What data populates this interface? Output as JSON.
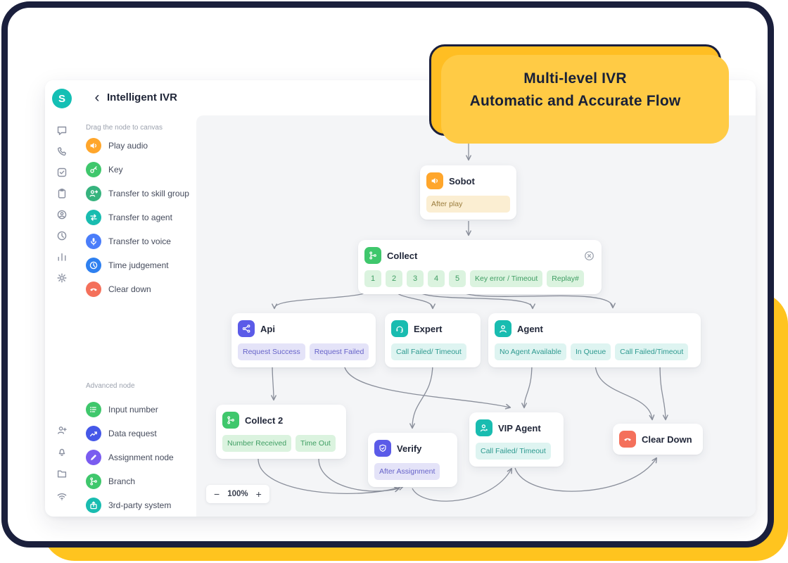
{
  "callout": {
    "line1": "Multi-level IVR",
    "line2": "Automatic and Accurate Flow"
  },
  "header": {
    "logo_letter": "S",
    "back_icon": "‹",
    "title": "Intelligent IVR"
  },
  "palette": {
    "drag_hint": "Drag the node to canvas",
    "items": [
      {
        "label": "Play audio"
      },
      {
        "label": "Key"
      },
      {
        "label": "Transfer to skill group"
      },
      {
        "label": "Transfer to agent"
      },
      {
        "label": "Transfer to voice"
      },
      {
        "label": "Time judgement"
      },
      {
        "label": "Clear down"
      }
    ],
    "advanced_hint": "Advanced node",
    "advanced_items": [
      {
        "label": "Input number"
      },
      {
        "label": "Data request"
      },
      {
        "label": "Assignment node"
      },
      {
        "label": "Branch"
      },
      {
        "label": "3rd-party system"
      }
    ]
  },
  "canvas": {
    "zoom": {
      "minus": "−",
      "level": "100%",
      "plus": "+"
    },
    "nodes": {
      "sobot": {
        "title": "Sobot",
        "chip": "After play"
      },
      "collect": {
        "title": "Collect",
        "chips": [
          "1",
          "2",
          "3",
          "4",
          "5",
          "Key error / Timeout",
          "Replay#"
        ]
      },
      "api": {
        "title": "Api",
        "chips": [
          "Request Success",
          "Request Failed"
        ]
      },
      "expert": {
        "title": "Expert",
        "chips": [
          "Call Failed/ Timeout"
        ]
      },
      "agent": {
        "title": "Agent",
        "chips": [
          "No Agent Available",
          "In Queue",
          "Call Failed/Timeout"
        ]
      },
      "collect2": {
        "title": "Collect 2",
        "chips": [
          "Number Received",
          "Time Out"
        ]
      },
      "verify": {
        "title": "Verify",
        "chips": [
          "After Assignment"
        ]
      },
      "vip_agent": {
        "title": "VIP Agent",
        "chips": [
          "Call Failed/ Timeout"
        ]
      },
      "clear_down": {
        "title": "Clear Down"
      }
    }
  },
  "colors": {
    "frame_navy": "#1A1F3C",
    "accent_yellow": "#FFC41F",
    "brand_teal": "#14BFB4",
    "node_orange": "#FFA62B",
    "node_green": "#3FC76C",
    "node_teal": "#19BCB0",
    "node_blue": "#2E80F0",
    "node_indigo": "#5B5BE8",
    "node_purple": "#7A5CF0",
    "node_red": "#F4705B",
    "canvas_bg": "#F4F5F7"
  }
}
